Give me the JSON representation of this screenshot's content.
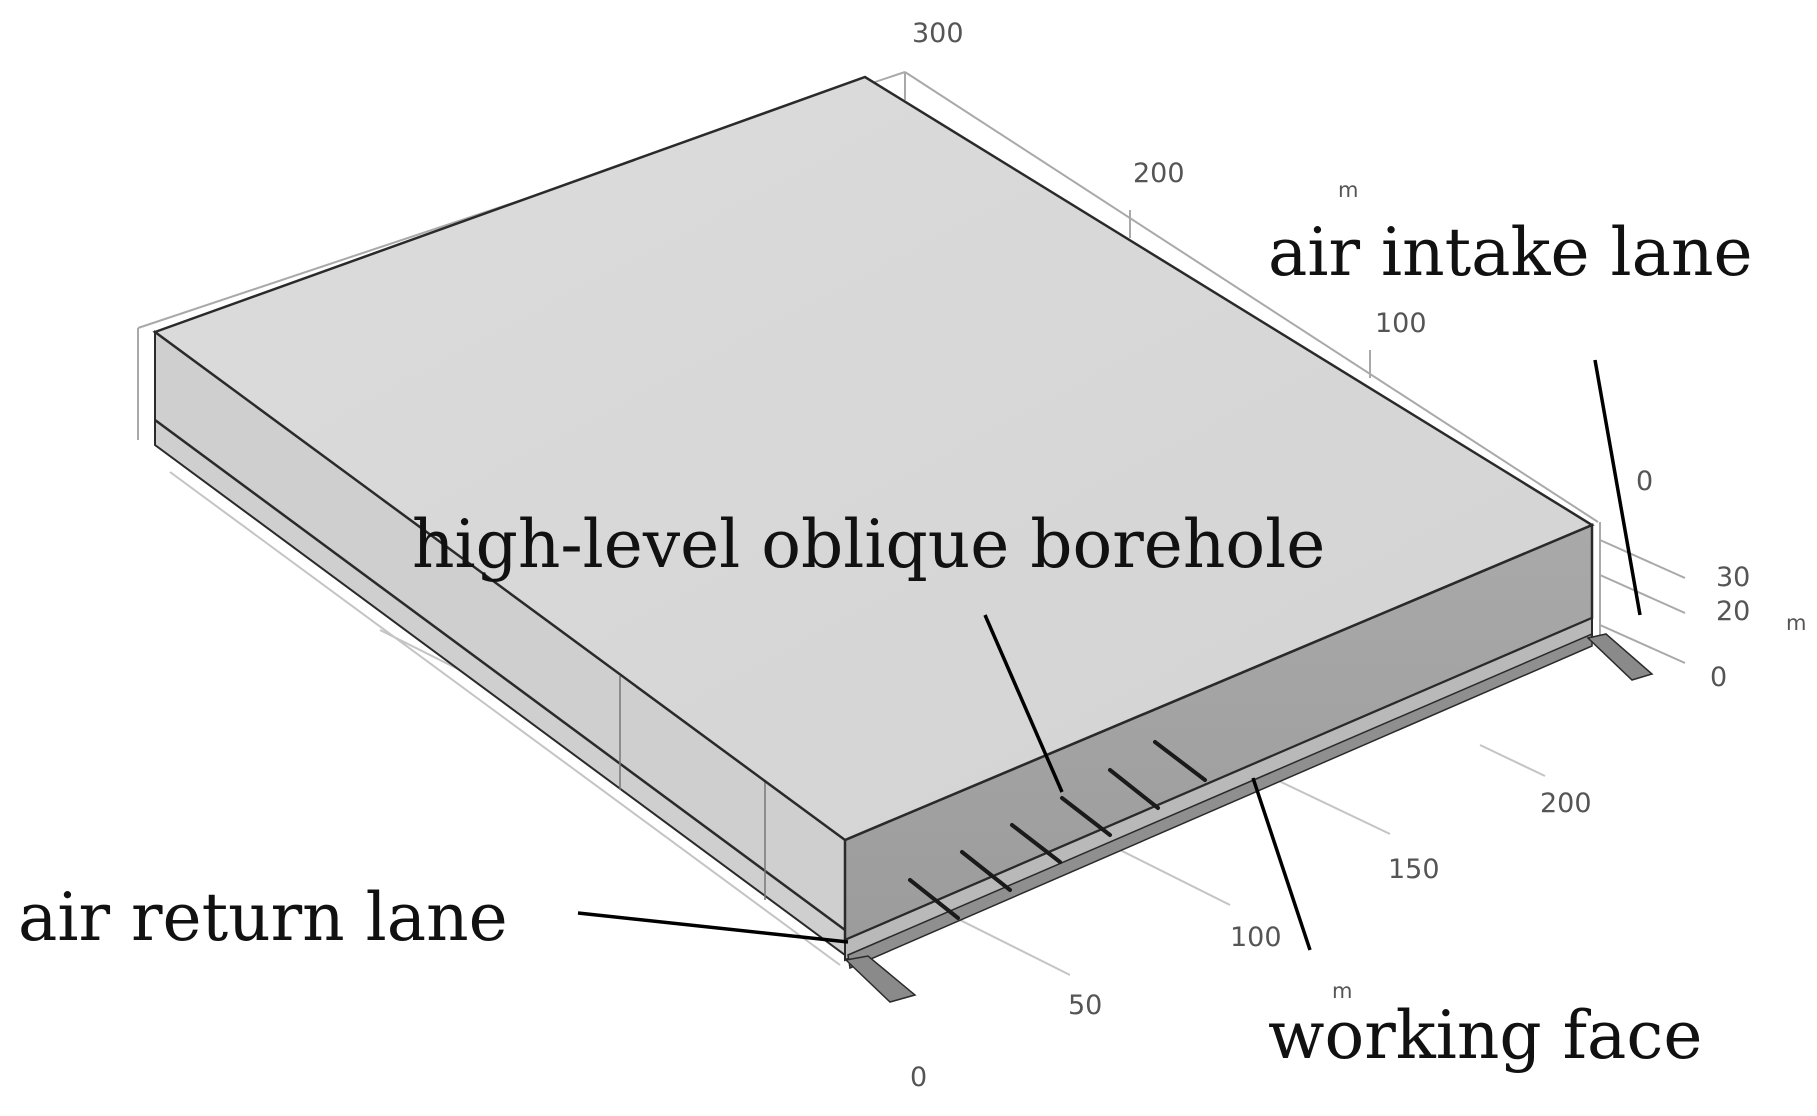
{
  "axes": {
    "y_ticks": [
      "300",
      "200",
      "100",
      "0"
    ],
    "y_unit": "m",
    "z_ticks": [
      "30",
      "20",
      "0"
    ],
    "z_unit": "m",
    "x_ticks": [
      "200",
      "150",
      "100",
      "50",
      "0"
    ],
    "x_unit": "m"
  },
  "labels": {
    "air_intake": "air intake lane",
    "borehole": "high-level oblique borehole",
    "air_return": "air return lane",
    "working_face": "working face"
  },
  "colors": {
    "top_face": "#d9d9d9",
    "front_face": "#a3a3a3",
    "left_face": "#cfcfcf",
    "callout_text": "#111111",
    "tick_text": "#555555"
  }
}
